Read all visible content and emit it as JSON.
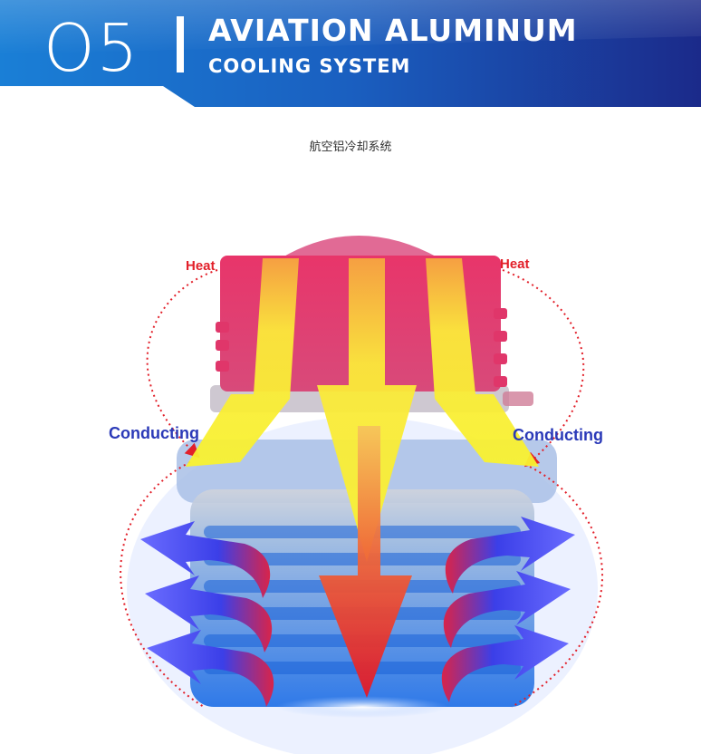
{
  "header": {
    "number": "O5",
    "title_line1": "AVIATION ALUMINUM",
    "title_line2": "COOLING SYSTEM"
  },
  "caption": "航空铝冷却系统",
  "diagram": {
    "heat_left": "Heat",
    "heat_right": "Heat",
    "conducting_left": "Conducting",
    "conducting_right": "Conducting"
  },
  "colors": {
    "banner_dark": "#1b2a8a",
    "banner_light": "#1a7fd6",
    "heat_red": "#e2202a",
    "conduct_blue": "#2b3ab8"
  }
}
